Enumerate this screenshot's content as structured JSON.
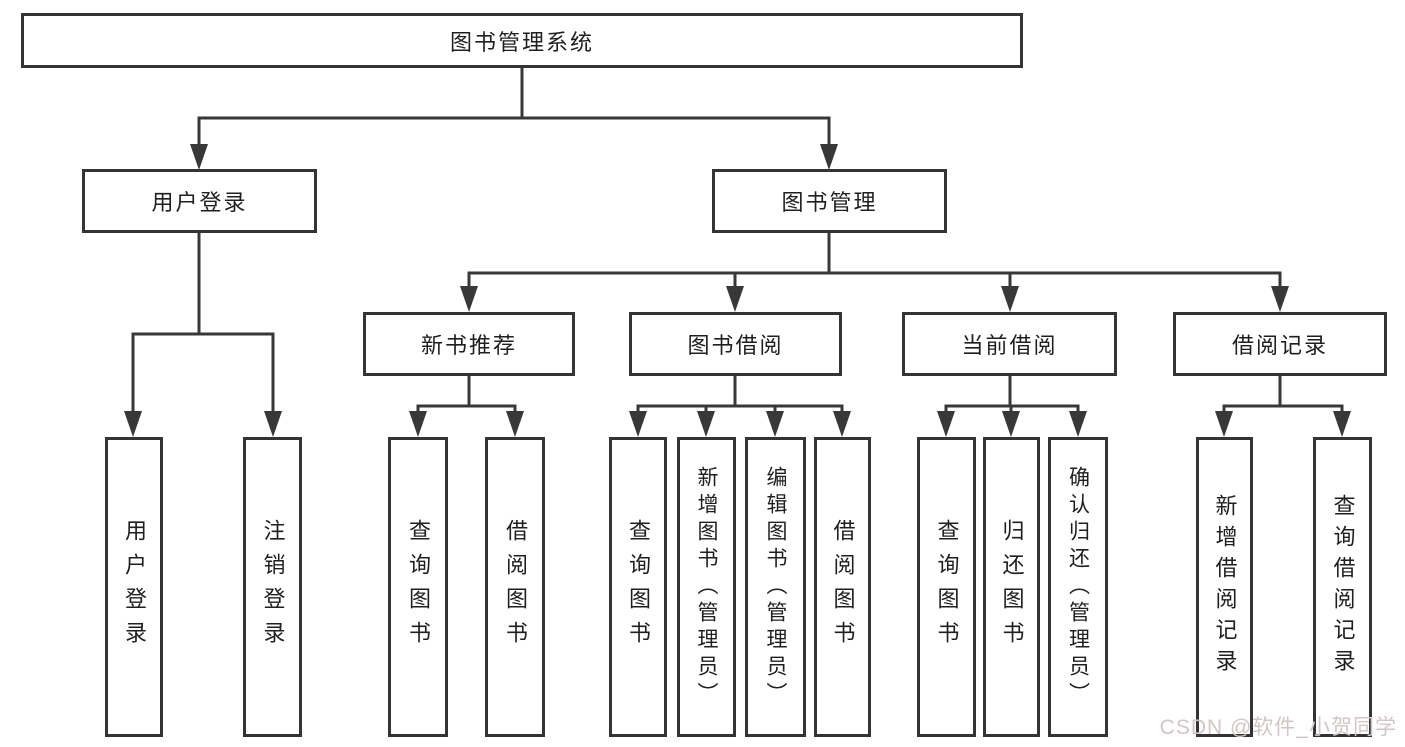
{
  "tree": {
    "root": {
      "label": "图书管理系统"
    },
    "children": [
      {
        "label": "用户登录",
        "children": [
          {
            "label": "用户登录"
          },
          {
            "label": "注销登录"
          }
        ]
      },
      {
        "label": "图书管理",
        "children": [
          {
            "label": "新书推荐",
            "children": [
              {
                "label": "查询图书"
              },
              {
                "label": "借阅图书"
              }
            ]
          },
          {
            "label": "图书借阅",
            "children": [
              {
                "label": "查询图书"
              },
              {
                "label": "新增图书（管理员）"
              },
              {
                "label": "编辑图书（管理员）"
              },
              {
                "label": "借阅图书"
              }
            ]
          },
          {
            "label": "当前借阅",
            "children": [
              {
                "label": "查询图书"
              },
              {
                "label": "归还图书"
              },
              {
                "label": "确认归还（管理员）"
              }
            ]
          },
          {
            "label": "借阅记录",
            "children": [
              {
                "label": "新增借阅记录"
              },
              {
                "label": "查询借阅记录"
              }
            ]
          }
        ]
      }
    ]
  },
  "watermark": {
    "text": "CSDN @软件_小贺同学",
    "color": "#d2c5c5"
  },
  "colors": {
    "background": "#ffffff",
    "line": "#383838",
    "box_border": "#343434",
    "box_fill": "#ffffff",
    "text": "#1f1f1f"
  }
}
